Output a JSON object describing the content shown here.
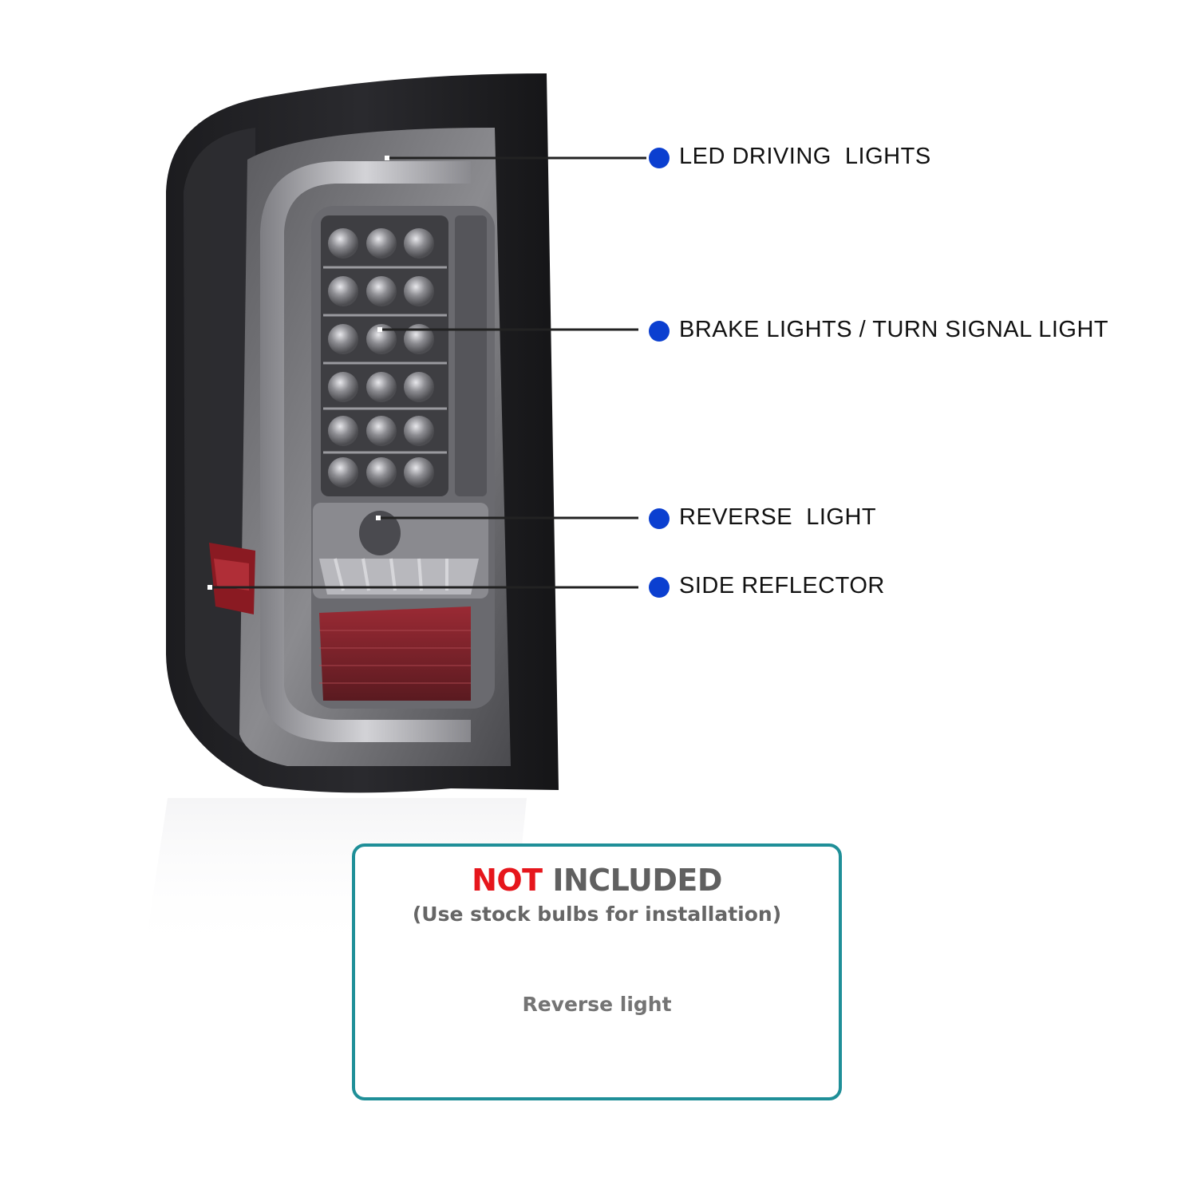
{
  "callouts": [
    {
      "label": "LED DRIVING  LIGHTS"
    },
    {
      "label": "BRAKE LIGHTS / TURN SIGNAL LIGHT"
    },
    {
      "label": "REVERSE  LIGHT"
    },
    {
      "label": "SIDE REFLECTOR"
    }
  ],
  "notice": {
    "title_highlight": "NOT",
    "title_rest": " INCLUDED",
    "subtitle": "(Use stock bulbs for installation)",
    "item": "Reverse light"
  },
  "colors": {
    "dot": "#0b3fd0",
    "not_highlight": "#e6161c",
    "box_border": "#1f8f98"
  }
}
